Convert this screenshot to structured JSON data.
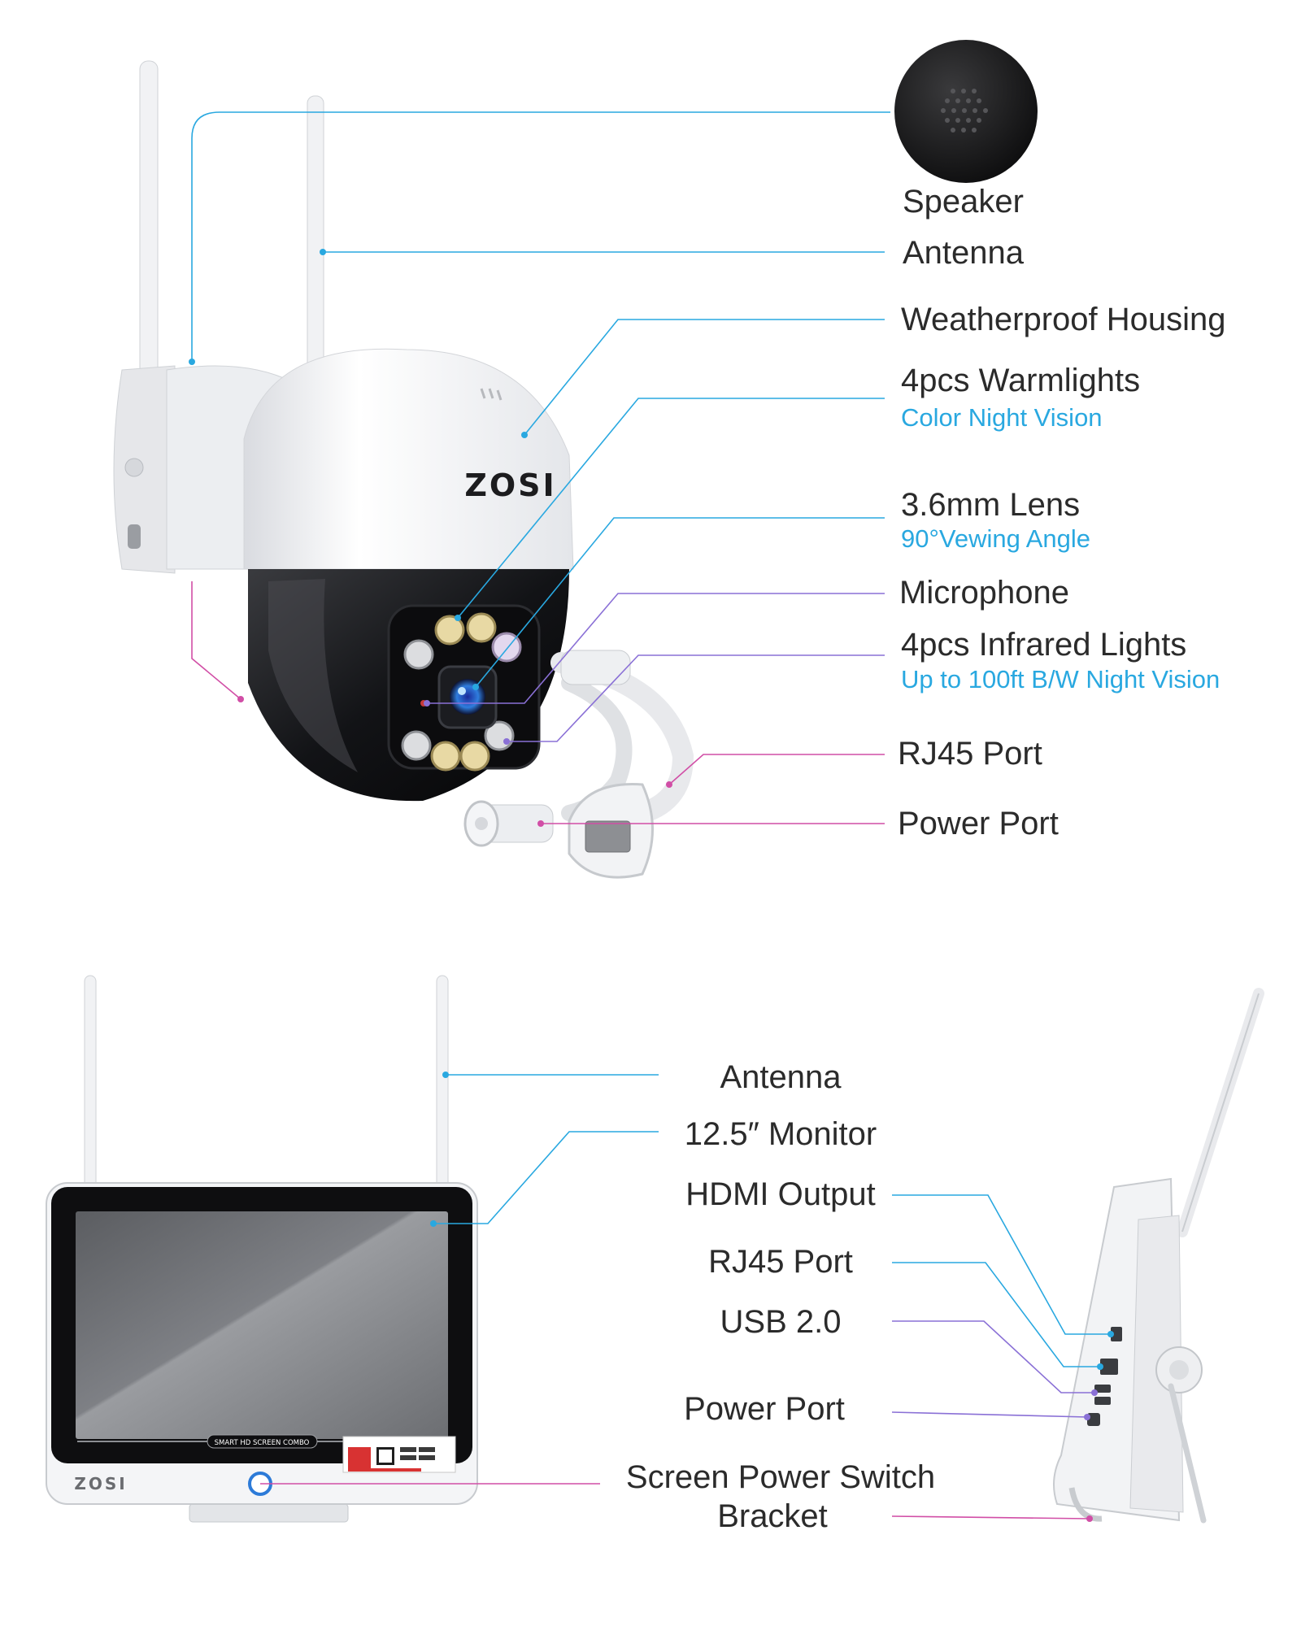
{
  "brand": "ZOSI",
  "nvr_brand": "ZOSI",
  "screen_banner": "SMART HD SCREEN COMBO",
  "colors": {
    "blue_leader": "#29a8e0",
    "pink_leader": "#d14ea6",
    "purple_leader": "#8a70d6",
    "sub_text": "#29a8e0",
    "label_text": "#2b2b2b"
  },
  "camera": {
    "labels": {
      "speaker": "Speaker",
      "antenna": "Antenna",
      "housing": "Weatherproof Housing",
      "warmlights": "4pcs Warmlights",
      "warmlights_sub": "Color Night Vision",
      "lens": "3.6mm Lens",
      "lens_sub": "90°Vewing Angle",
      "microphone": "Microphone",
      "infrared": "4pcs Infrared Lights",
      "infrared_sub": "Up to 100ft B/W Night Vision",
      "rj45": "RJ45 Port",
      "power": "Power Port"
    }
  },
  "monitor": {
    "labels": {
      "antenna": "Antenna",
      "monitor": "12.5″ Monitor",
      "hdmi": "HDMI Output",
      "rj45": "RJ45 Port",
      "usb": "USB 2.0",
      "power": "Power Port",
      "switch": "Screen Power Switch",
      "bracket": "Bracket"
    }
  }
}
